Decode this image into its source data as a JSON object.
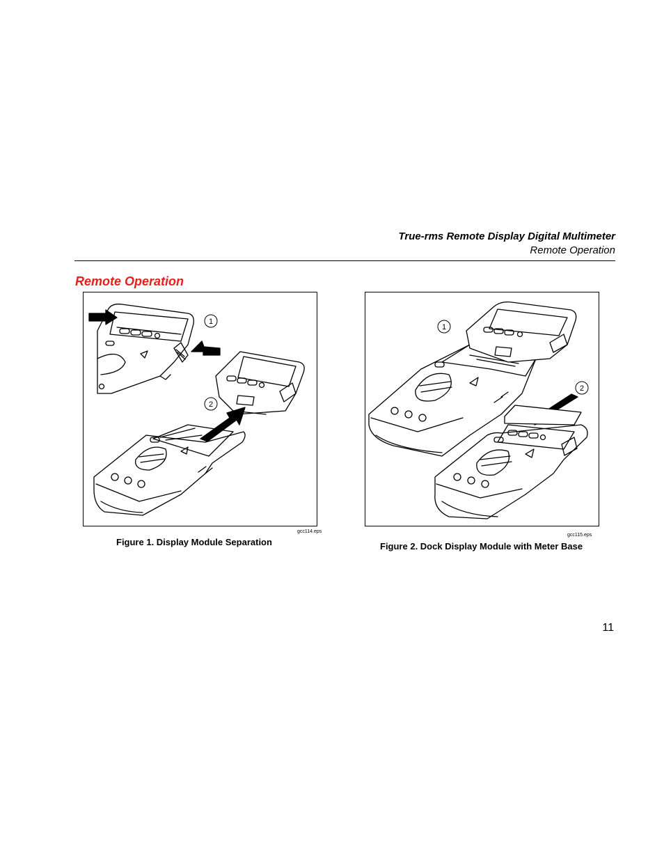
{
  "header": {
    "title": "True-rms Remote Display Digital Multimeter",
    "subtitle": "Remote Operation"
  },
  "section": {
    "heading": "Remote Operation"
  },
  "figures": [
    {
      "file_label": "gcc114.eps",
      "caption": "Figure 1. Display Module Separation",
      "callouts": [
        "1",
        "2"
      ]
    },
    {
      "file_label": "gcc115.eps",
      "caption": "Figure 2. Dock Display Module with Meter Base",
      "callouts": [
        "1",
        "2"
      ]
    }
  ],
  "page": {
    "number": "11"
  }
}
